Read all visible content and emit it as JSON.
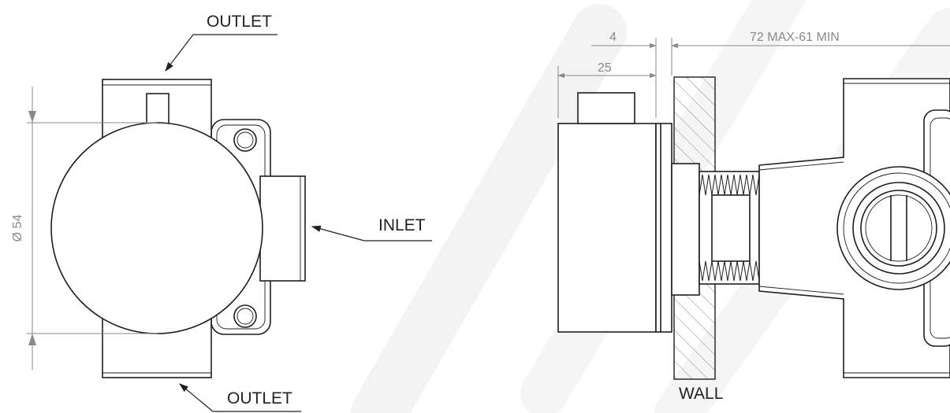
{
  "colors": {
    "line": "#1e1e1e",
    "dimension": "#8a8a8a",
    "watermark": "#f2f2f2",
    "background": "#ffffff"
  },
  "front_view": {
    "outlet_top_label": "OUTLET",
    "outlet_bottom_label": "OUTLET",
    "inlet_label": "INLET",
    "diameter_dimension": "Ø 54"
  },
  "side_view": {
    "dim_4": "4",
    "dim_25": "25",
    "dim_depth": "72 MAX-61 MIN",
    "wall_label": "WALL"
  }
}
